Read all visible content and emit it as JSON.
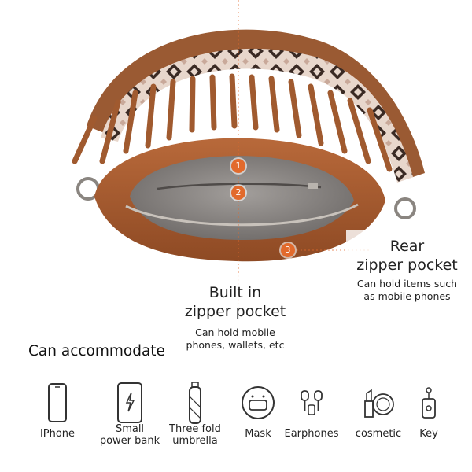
{
  "callouts": [
    {
      "number": "1"
    },
    {
      "number": "2"
    },
    {
      "number": "3"
    }
  ],
  "rear_pocket": {
    "title_line1": "Rear",
    "title_line2": "zipper pocket",
    "desc_line1": "Can hold items such",
    "desc_line2": "as mobile phones"
  },
  "built_in_pocket": {
    "title_line1": "Built in",
    "title_line2": "zipper pocket",
    "desc_line1": "Can hold mobile",
    "desc_line2": "phones, wallets, etc"
  },
  "capacity": {
    "title": "Can accommodate",
    "items": [
      {
        "icon": "phone-icon",
        "line1": "IPhone",
        "line2": ""
      },
      {
        "icon": "power-bank-icon",
        "line1": "Small",
        "line2": "power bank"
      },
      {
        "icon": "umbrella-icon",
        "line1": "Three fold",
        "line2": "umbrella"
      },
      {
        "icon": "mask-icon",
        "line1": "Mask",
        "line2": ""
      },
      {
        "icon": "earphones-icon",
        "line1": "Earphones",
        "line2": ""
      },
      {
        "icon": "cosmetic-icon",
        "line1": "cosmetic",
        "line2": ""
      },
      {
        "icon": "key-icon",
        "line1": "Key",
        "line2": ""
      }
    ]
  },
  "colors": {
    "accent": "#e26a2c",
    "leather": "#a4582c",
    "lining": "#8b8784",
    "strap_dark": "#3a2a24",
    "strap_light": "#e8d7cc",
    "icon_stroke": "#333333"
  }
}
